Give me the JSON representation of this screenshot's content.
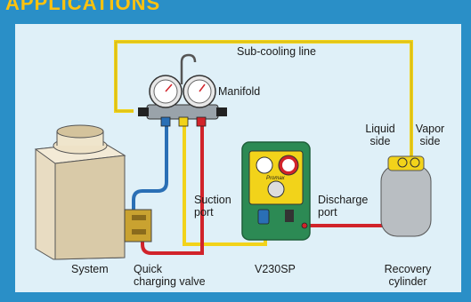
{
  "header": {
    "title": "APPLICATIONS"
  },
  "labels": {
    "subcooling_line": "Sub-cooling line",
    "manifold": "Manifold",
    "liquid_side_1": "Liquid",
    "liquid_side_2": "side",
    "vapor_side_1": "Vapor",
    "vapor_side_2": "side",
    "suction_port_1": "Suction",
    "suction_port_2": "port",
    "discharge_port_1": "Discharge",
    "discharge_port_2": "port",
    "system": "System",
    "quick_valve_1": "Quick",
    "quick_valve_2": "charging valve",
    "v230sp": "V230SP",
    "recovery_1": "Recovery",
    "recovery_2": "cylinder",
    "device_brand": "Promax"
  },
  "colors": {
    "yellow_line": "#f2d31a",
    "red_line": "#d1232a",
    "blue_line": "#2a6fb5",
    "header_bg": "#2a8fc7",
    "panel_bg": "#dff0f8",
    "machine_green": "#2c8a54"
  }
}
